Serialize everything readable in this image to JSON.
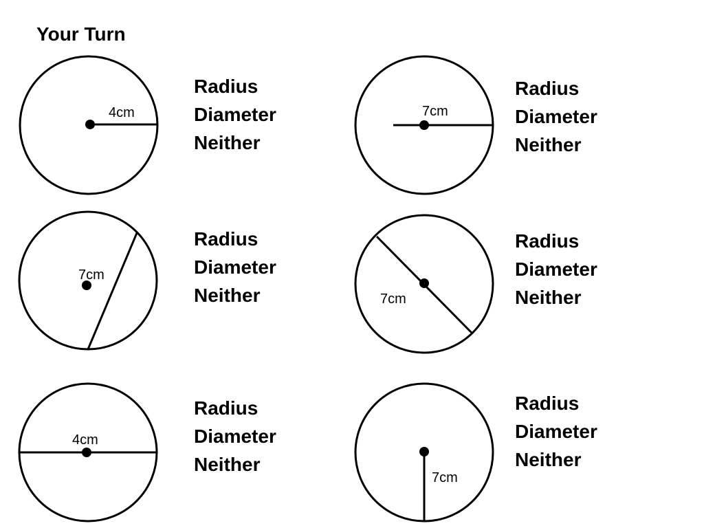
{
  "title": "Your Turn",
  "problems": [
    {
      "id": "p1",
      "measure": "4cm",
      "options": [
        "Radius",
        "Diameter",
        "Neither"
      ]
    },
    {
      "id": "p2",
      "measure": "7cm",
      "options": [
        "Radius",
        "Diameter",
        "Neither"
      ]
    },
    {
      "id": "p3",
      "measure": "7cm",
      "options": [
        "Radius",
        "Diameter",
        "Neither"
      ]
    },
    {
      "id": "p4",
      "measure": "7cm",
      "options": [
        "Radius",
        "Diameter",
        "Neither"
      ]
    },
    {
      "id": "p5",
      "measure": "4cm",
      "options": [
        "Radius",
        "Diameter",
        "Neither"
      ]
    },
    {
      "id": "p6",
      "measure": "7cm",
      "options": [
        "Radius",
        "Diameter",
        "Neither"
      ]
    }
  ],
  "colors": {
    "stroke": "#000000",
    "background": "#ffffff"
  }
}
